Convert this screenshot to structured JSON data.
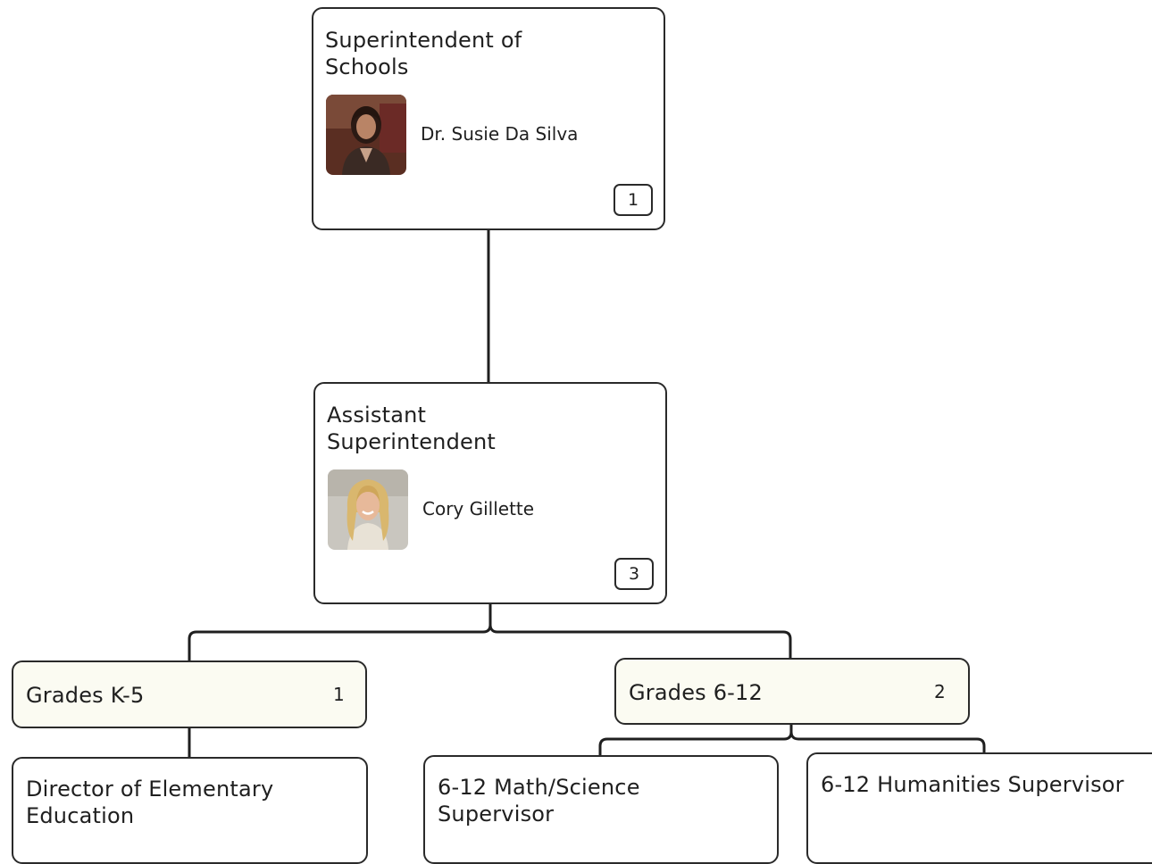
{
  "nodes": {
    "superintendent": {
      "title": "Superintendent of\nSchools",
      "person": "Dr. Susie Da Silva",
      "count": "1"
    },
    "assistant_superintendent": {
      "title": "Assistant\nSuperintendent",
      "person": "Cory Gillette",
      "count": "3"
    },
    "grades_k5": {
      "title": "Grades K-5",
      "count": "1"
    },
    "grades_612": {
      "title": "Grades 6-12",
      "count": "2"
    },
    "director_elementary": {
      "title": "Director of Elementary\nEducation"
    },
    "math_science_supervisor": {
      "title": "6-12 Math/Science\nSupervisor"
    },
    "humanities_supervisor": {
      "title": "6-12 Humanities Supervisor"
    }
  },
  "colors": {
    "line": "#1f1f1f",
    "card_border": "#2a2a2a",
    "group_fill": "#fbfbf2"
  }
}
